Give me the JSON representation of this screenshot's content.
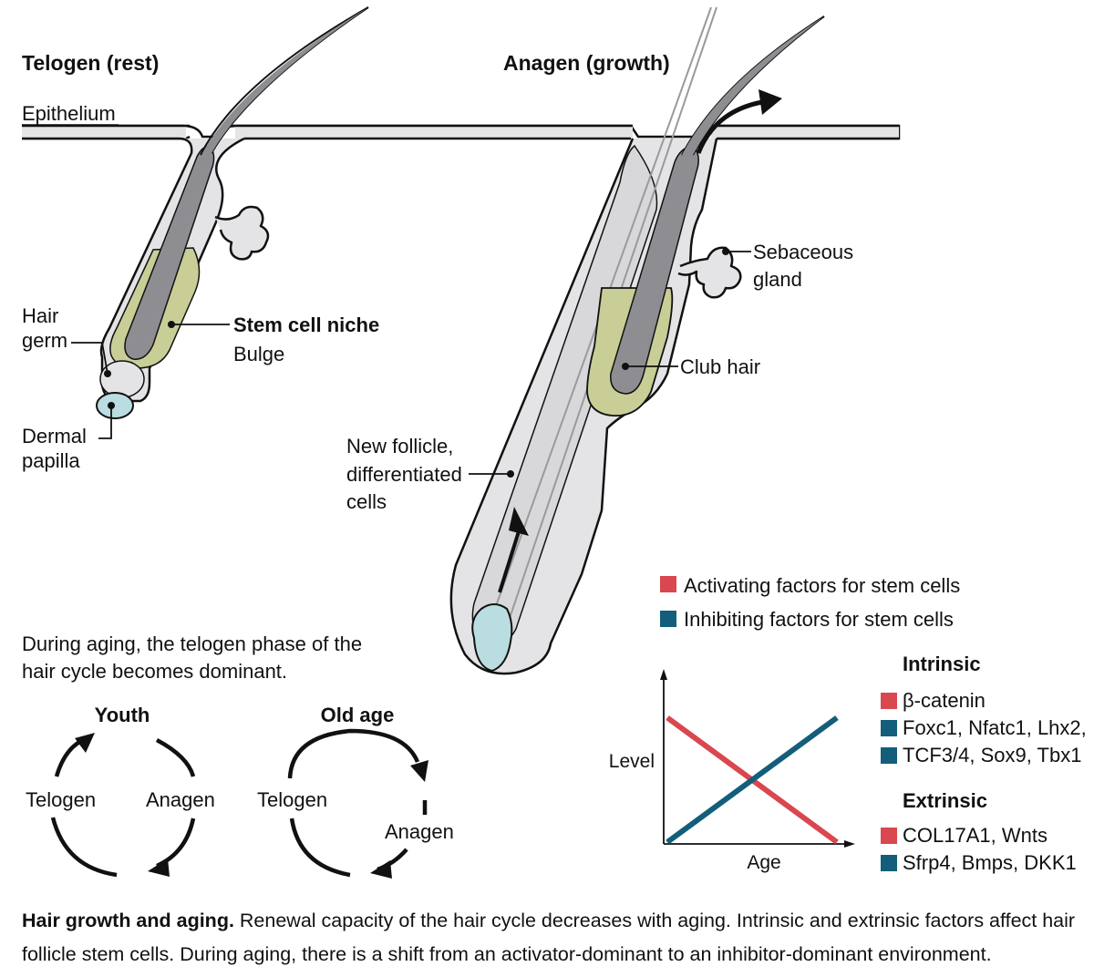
{
  "headings": {
    "telogen": "Telogen (rest)",
    "anagen": "Anagen (growth)"
  },
  "labels": {
    "epithelium": "Epithelium",
    "hair": "Hair",
    "germ": "germ",
    "dermal": "Dermal",
    "papilla": "papilla",
    "stem_cell_niche": "Stem cell niche",
    "bulge": "Bulge",
    "sebaceous": "Sebaceous",
    "gland": "gland",
    "club_hair": "Club hair",
    "new_follicle_1": "New follicle,",
    "new_follicle_2": "differentiated",
    "new_follicle_3": "cells"
  },
  "aging_note": {
    "line1": "During aging, the telogen phase of the",
    "line2": "hair cycle becomes dominant."
  },
  "cycles": {
    "youth": {
      "title": "Youth",
      "left": "Telogen",
      "right": "Anagen"
    },
    "old_age": {
      "title": "Old age",
      "left": "Telogen",
      "right": "Anagen"
    }
  },
  "legend": {
    "activating": "Activating factors for stem cells",
    "inhibiting": "Inhibiting factors for stem cells"
  },
  "colors": {
    "activating": "#d9474f",
    "inhibiting": "#135e7a",
    "niche": "#c8ce96",
    "papilla": "#b9dde0",
    "shaft": "#8e8e92",
    "follicle": "#e4e4e6"
  },
  "chart_data": {
    "type": "line",
    "xlabel": "Age",
    "ylabel": "Level",
    "ylim": [
      0,
      1
    ],
    "x": [
      0,
      1
    ],
    "series": [
      {
        "name": "Activating factors for stem cells",
        "values": [
          0.75,
          0.0
        ]
      },
      {
        "name": "Inhibiting factors for stem cells",
        "values": [
          0.0,
          0.75
        ]
      }
    ]
  },
  "factors": {
    "intrinsic_title": "Intrinsic",
    "intrinsic": [
      {
        "text": "β-catenin",
        "kind": "activating"
      },
      {
        "text": "Foxc1, Nfatc1, Lhx2,",
        "kind": "inhibiting"
      },
      {
        "text": "TCF3/4, Sox9, Tbx1",
        "kind": "inhibiting"
      }
    ],
    "extrinsic_title": "Extrinsic",
    "extrinsic": [
      {
        "text": "COL17A1, Wnts",
        "kind": "activating"
      },
      {
        "text": "Sfrp4, Bmps, DKK1",
        "kind": "inhibiting"
      }
    ]
  },
  "caption": {
    "bold": "Hair growth and aging.",
    "text": " Renewal capacity of the hair cycle decreases with aging. Intrinsic and extrinsic factors affect hair follicle stem cells. During aging, there is a shift from an activator-dominant to an inhibitor-dominant environment."
  }
}
